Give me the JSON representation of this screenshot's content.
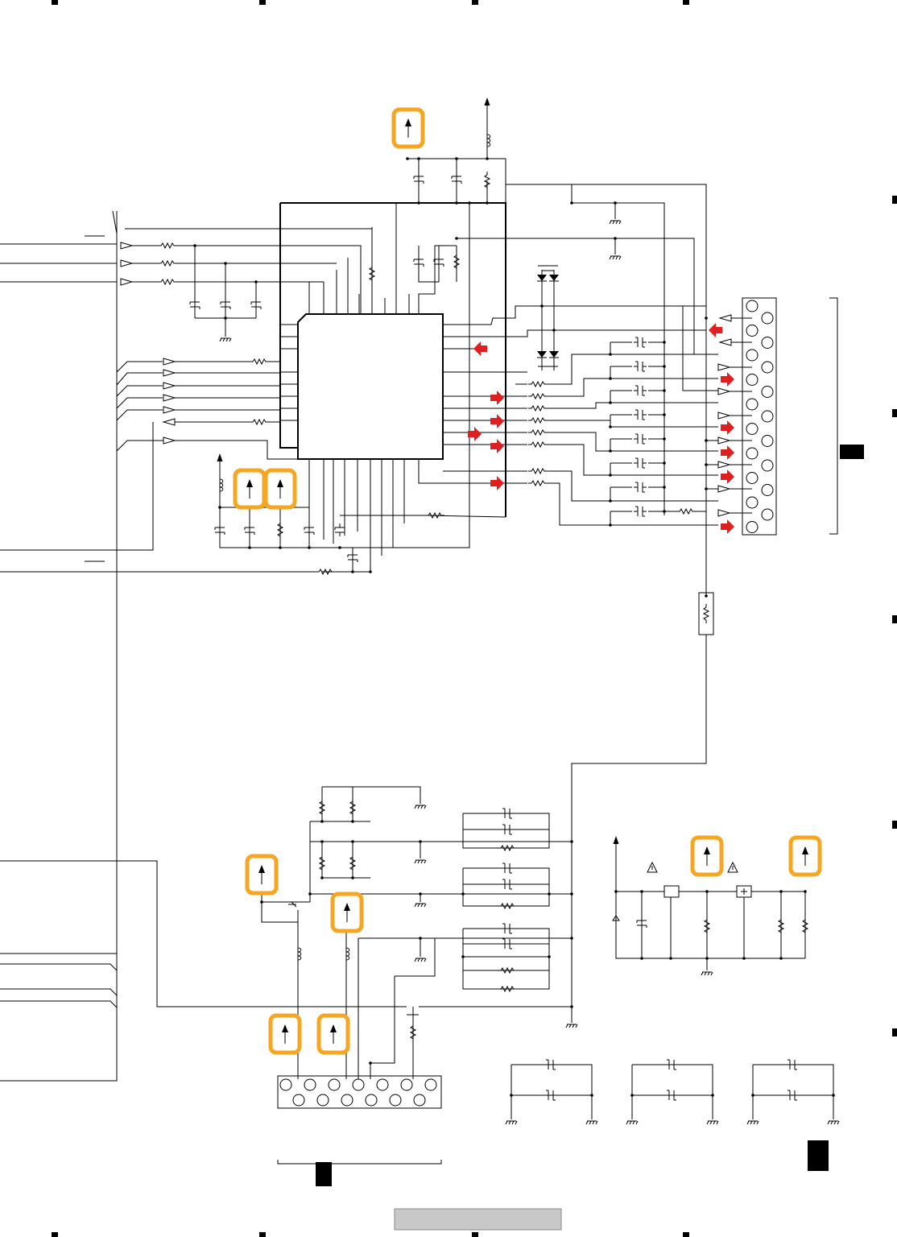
{
  "diagram": {
    "colors": {
      "wire": "#000000",
      "highlight": "#f5a623",
      "signal_arrow": "#e02020",
      "title_bar": "#c8c8c8"
    },
    "icons": {
      "highlighted_power_arrow": "up-arrow-in-rounded-box",
      "signal_direction_arrow": "red-block-arrow",
      "warning": "warning-triangle",
      "ground": "ground-symbol"
    },
    "page_label": ""
  }
}
